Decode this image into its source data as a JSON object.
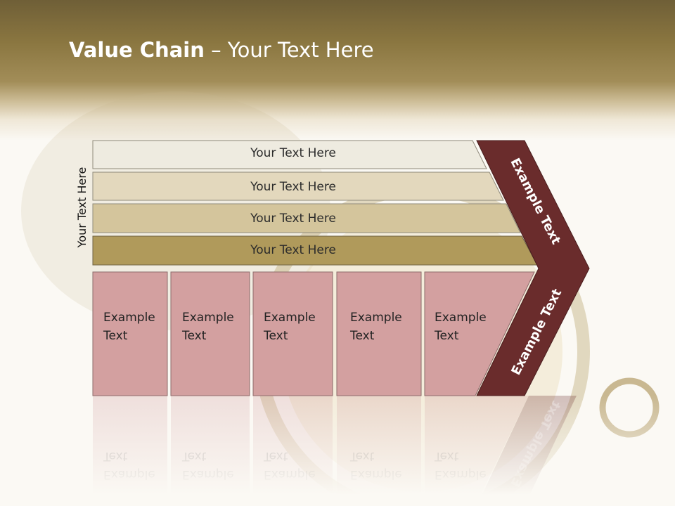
{
  "title": {
    "bold": "Value Chain",
    "rest": " – Your Text Here"
  },
  "side_label": "Your Text Here",
  "rows": [
    {
      "label": "Your Text Here",
      "color": "#eeebe0"
    },
    {
      "label": "Your Text Here",
      "color": "#e3d8bd"
    },
    {
      "label": "Your Text Here",
      "color": "#d4c59c"
    },
    {
      "label": "Your Text Here",
      "color": "#b09a5b"
    }
  ],
  "boxes": [
    {
      "line1": "Example",
      "line2": "Text"
    },
    {
      "line1": "Example",
      "line2": "Text"
    },
    {
      "line1": "Example",
      "line2": "Text"
    },
    {
      "line1": "Example",
      "line2": "Text"
    },
    {
      "line1": "Example",
      "line2": "Text"
    }
  ],
  "chevron": {
    "top_label": "Example Text",
    "bottom_label": "Example Text",
    "color": "#6a2c2c"
  },
  "box_color": "#d3a0a0"
}
